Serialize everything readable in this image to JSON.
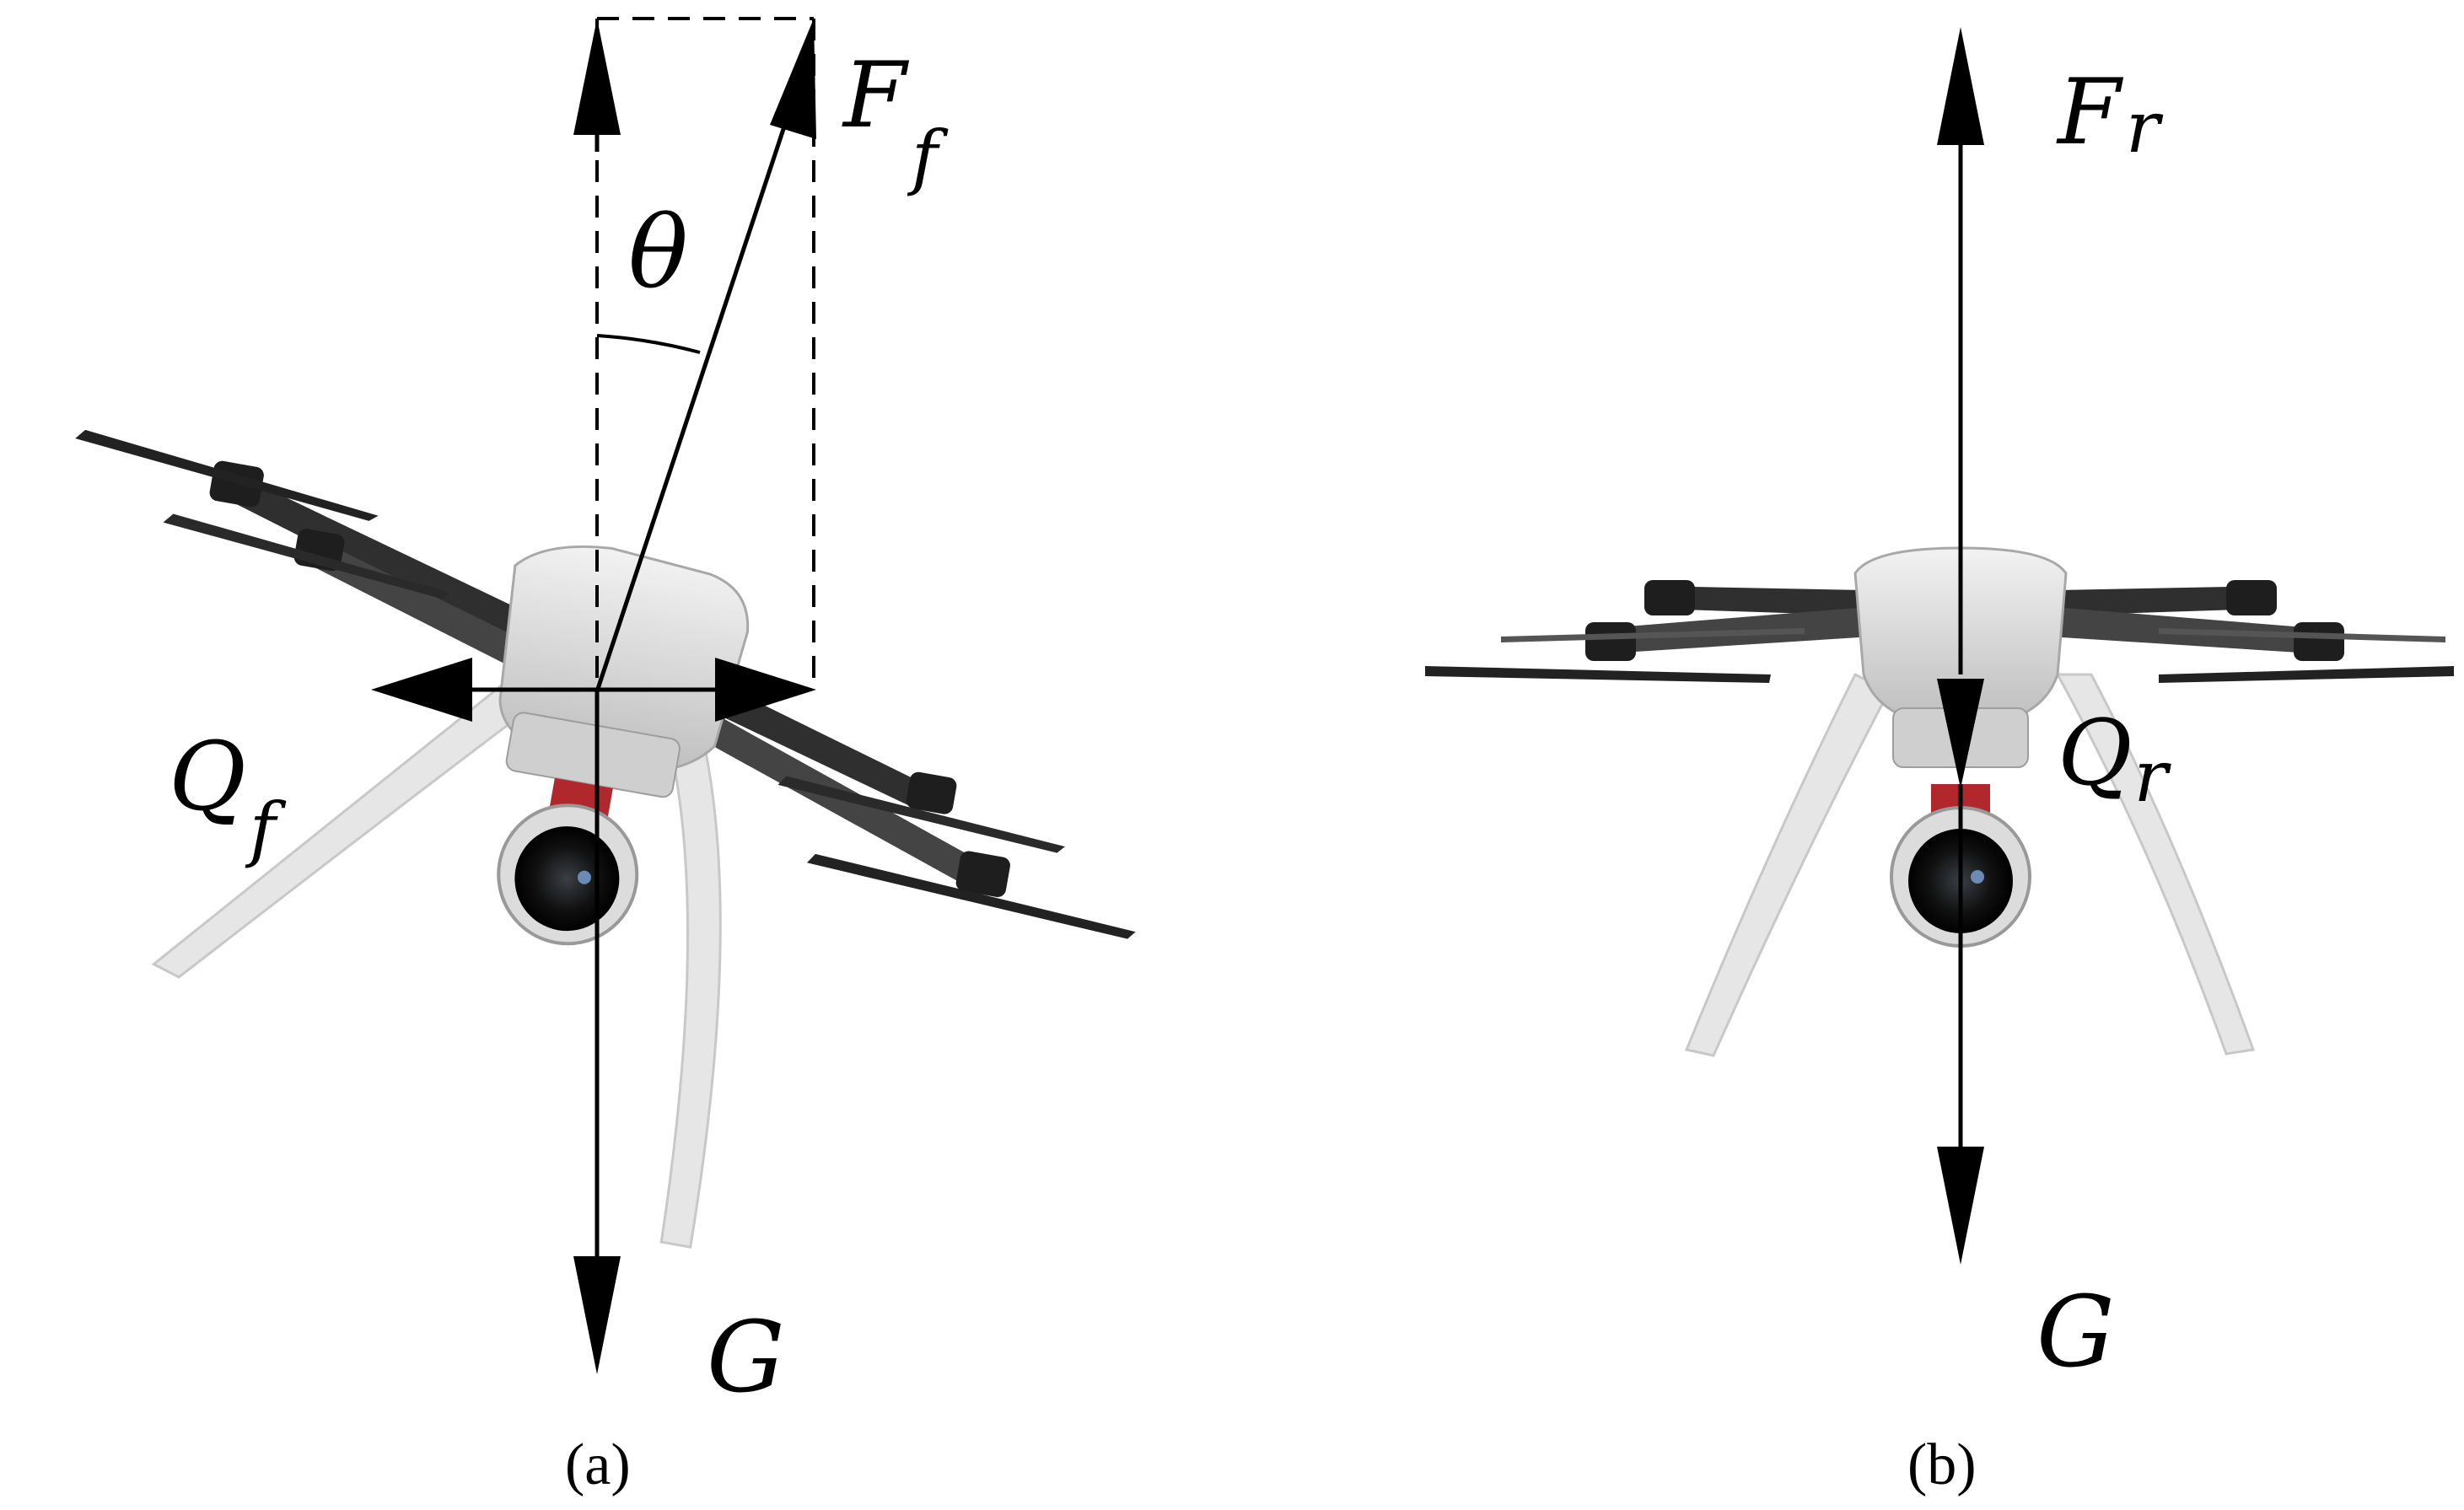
{
  "panels": [
    {
      "id": "a",
      "caption": "(a)",
      "labels": {
        "thrust": "F",
        "thrust_sub": "f",
        "angle": "θ",
        "drag": "Q",
        "drag_sub": "f",
        "gravity": "G"
      }
    },
    {
      "id": "b",
      "caption": "(b)",
      "labels": {
        "thrust": "F",
        "thrust_sub": "r",
        "drag": "Q",
        "drag_sub": "r",
        "gravity": "G"
      }
    }
  ],
  "colors": {
    "ink": "#000000",
    "drone_body": "#d6d6d6",
    "drone_arm": "#3a3a3a",
    "gimbal_red": "#b0282b",
    "legs": "#e8e8e8"
  }
}
